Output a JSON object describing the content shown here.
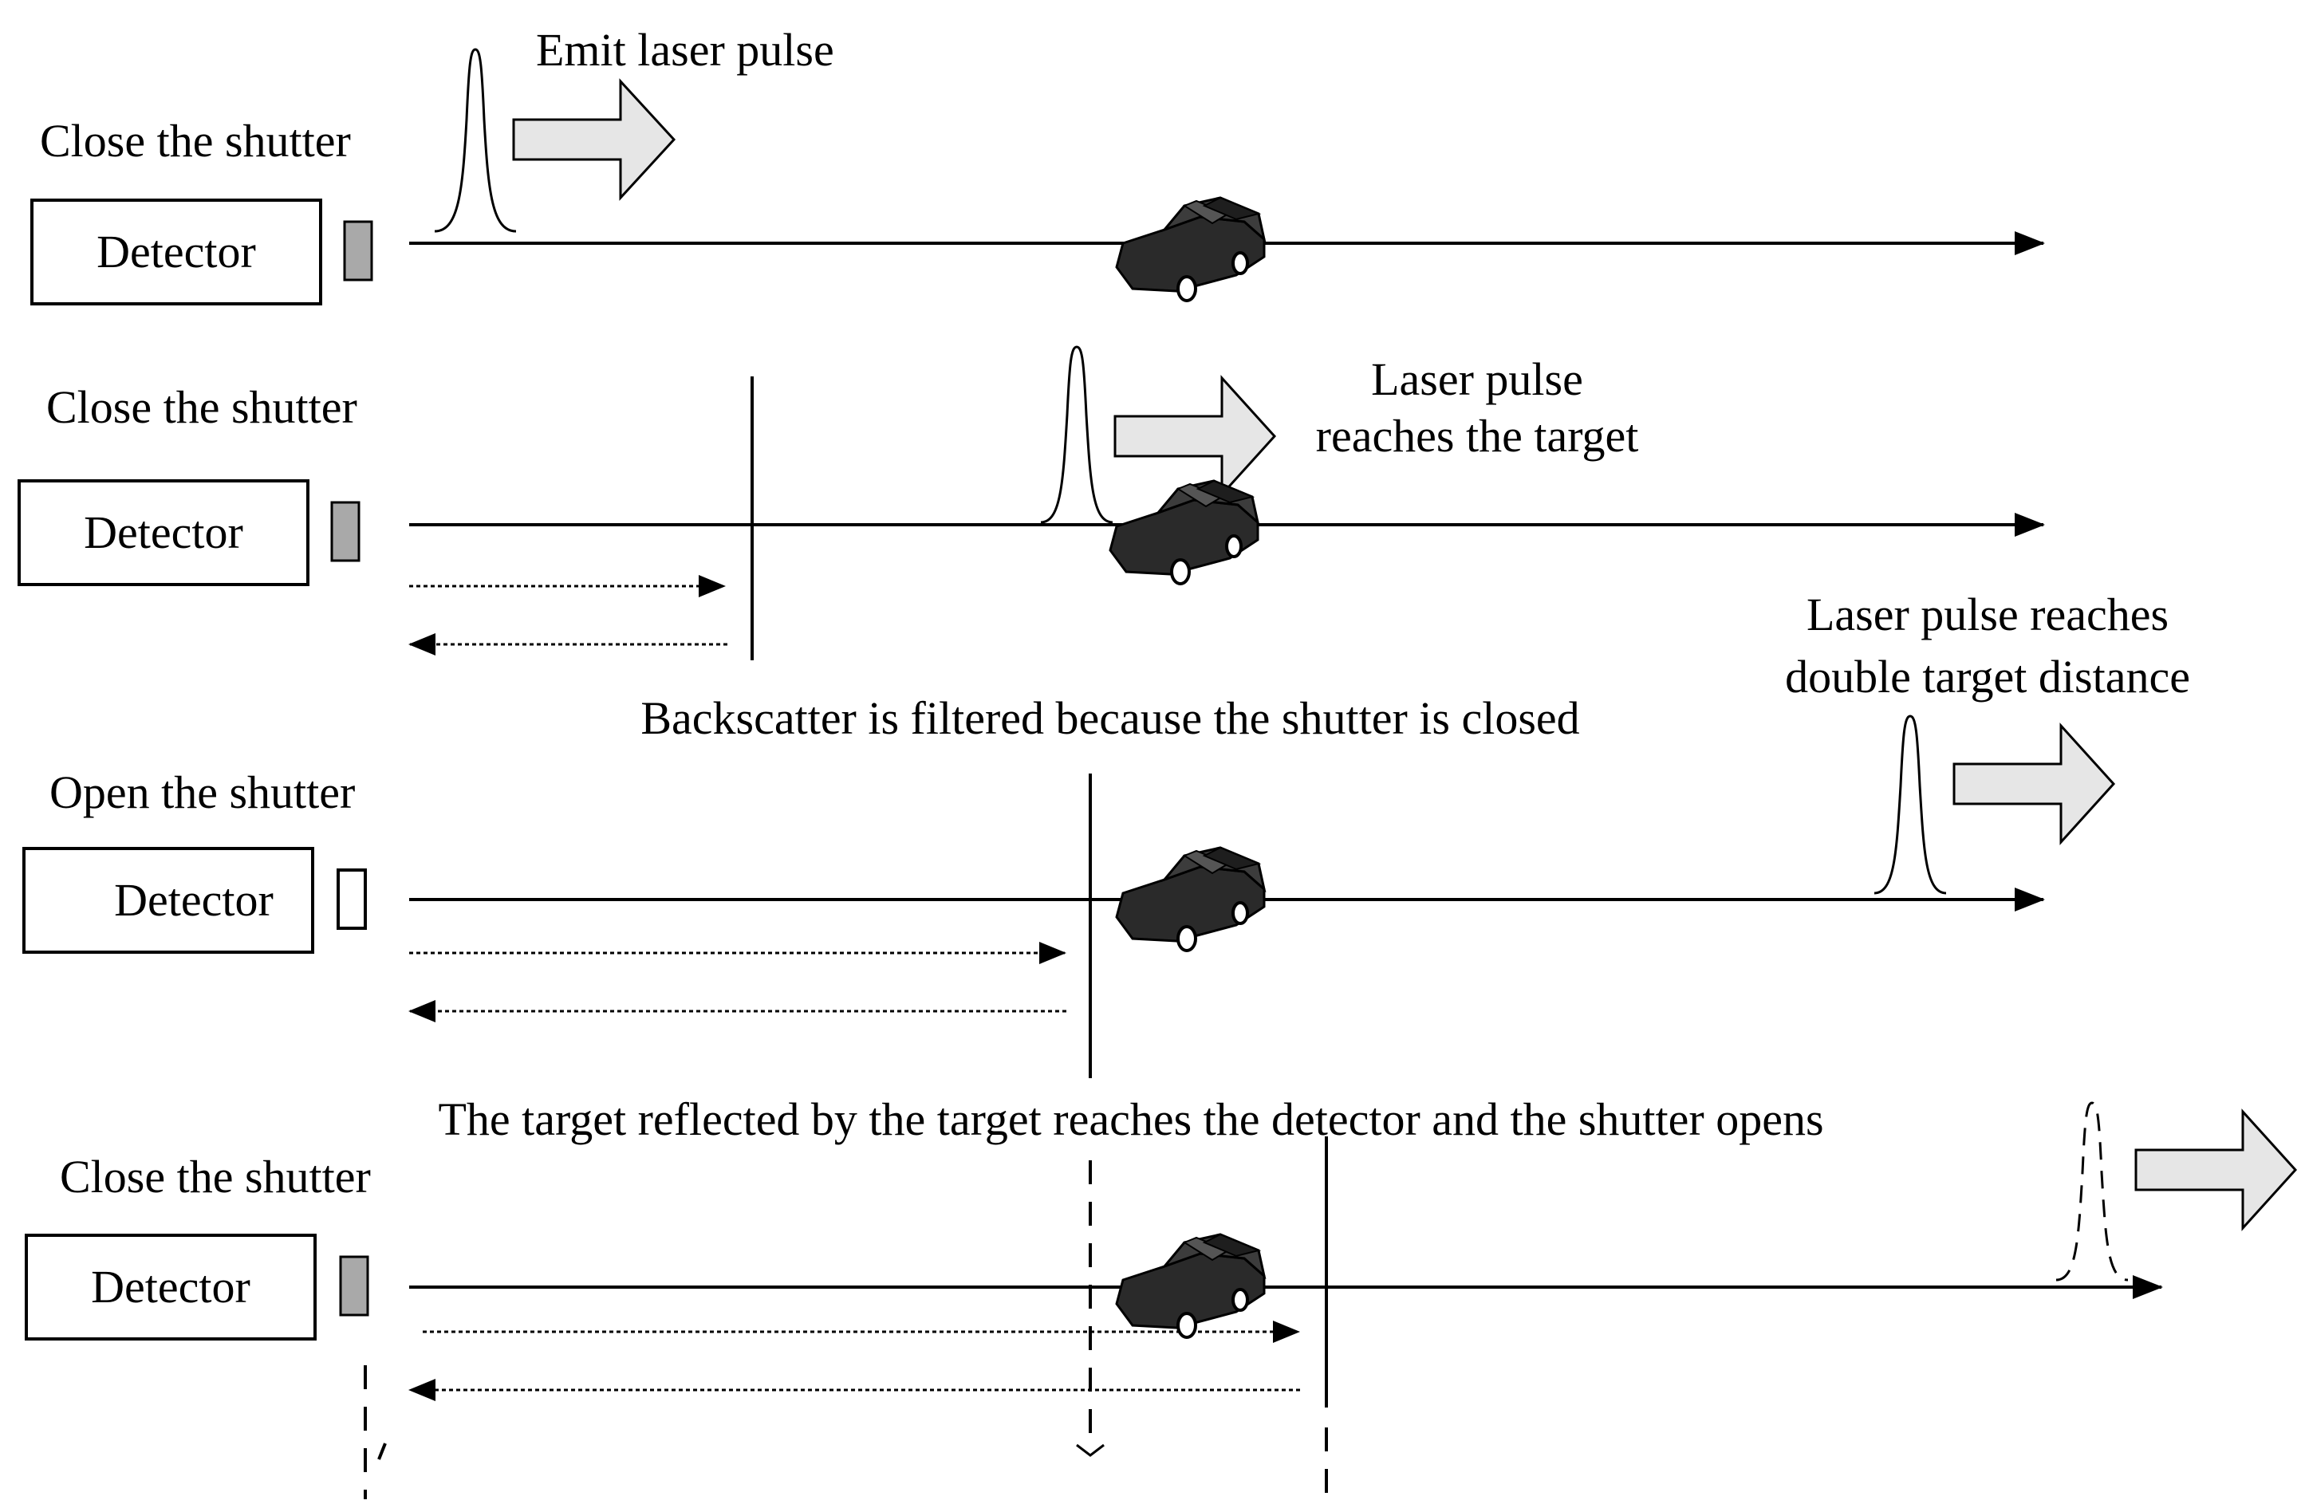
{
  "panels": [
    {
      "id": "p1",
      "shutter_label": "Close the shutter",
      "detector_label": "Detector",
      "shutter_state": "closed"
    },
    {
      "id": "p2",
      "shutter_label": "Close the shutter",
      "detector_label": "Detector",
      "shutter_state": "closed"
    },
    {
      "id": "p3",
      "shutter_label": "Open the shutter",
      "detector_label": "Detector",
      "shutter_state": "open"
    },
    {
      "id": "p4",
      "shutter_label": "Close the shutter",
      "detector_label": "Detector",
      "shutter_state": "closed"
    }
  ],
  "annotations": {
    "emit": "Emit laser pulse",
    "reaches_target_line1": "Laser pulse",
    "reaches_target_line2": "reaches the target",
    "double_line1": "Laser pulse reaches",
    "double_line2": "double target distance",
    "backscatter": "Backscatter is filtered because the shutter is closed",
    "reflected": "The target reflected by the target reaches the detector and the shutter opens"
  },
  "colors": {
    "stroke": "#000000",
    "shutter_closed_fill": "#a9a9a9",
    "shutter_open_fill": "#ffffff",
    "arrow_fill": "#e6e6e6",
    "car_body": "#2a2a2a",
    "car_top": "#3c3c3c"
  },
  "icons": [
    "car-icon",
    "laser-pulse-icon",
    "propagation-arrow-icon",
    "shutter-icon"
  ]
}
